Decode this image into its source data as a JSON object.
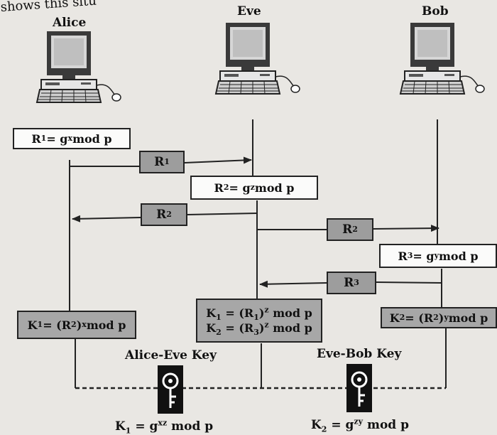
{
  "header_fragment": "shows this situ",
  "parties": {
    "alice": "Alice",
    "eve": "Eve",
    "bob": "Bob"
  },
  "computations": {
    "alice_r1": {
      "sym": "R",
      "sub": "1",
      "rel": " = g",
      "exp": "x",
      "tail": " mod p"
    },
    "eve_r2": {
      "sym": "R",
      "sub": "2",
      "rel": " = g",
      "exp": "z",
      "tail": " mod p"
    },
    "bob_r3": {
      "sym": "R",
      "sub": "3",
      "rel": " = g",
      "exp": "y",
      "tail": " mod p"
    }
  },
  "messages": {
    "m1": {
      "sym": "R",
      "sub": "1"
    },
    "m2": {
      "sym": "R",
      "sub": "2"
    },
    "m3": {
      "sym": "R",
      "sub": "2"
    },
    "m4": {
      "sym": "R",
      "sub": "3"
    }
  },
  "keys": {
    "alice_k1": {
      "sym": "K",
      "sub": "1",
      "rel": " = (R",
      "rsub": "2",
      "close": ")",
      "exp": "x",
      "tail": " mod p"
    },
    "eve_k1": {
      "sym": "K",
      "sub": "1",
      "rel": " = (R",
      "rsub": "1",
      "close": ")",
      "exp": "z",
      "tail": " mod p"
    },
    "eve_k2": {
      "sym": "K",
      "sub": "2",
      "rel": " = (R",
      "rsub": "3",
      "close": ")",
      "exp": "z",
      "tail": " mod p"
    },
    "bob_k2": {
      "sym": "K",
      "sub": "2",
      "rel": " = (R",
      "rsub": "2",
      "close": ")",
      "exp": "y",
      "tail": " mod p"
    }
  },
  "shared": {
    "alice_eve_label": "Alice-Eve Key",
    "eve_bob_label": "Eve-Bob Key",
    "k1_formula": {
      "sym": "K",
      "sub": "1",
      "rel": " = g",
      "exp": "xz",
      "tail": " mod p"
    },
    "k2_formula": {
      "sym": "K",
      "sub": "2",
      "rel": " = g",
      "exp": "zy",
      "tail": " mod p"
    }
  },
  "icons": {
    "computer": "desktop-computer-icon",
    "key": "key-icon"
  },
  "colors": {
    "background": "#e9e7e3",
    "grey_box": "#a7a7a7",
    "message_box": "#9d9d9d",
    "line": "#222222"
  }
}
